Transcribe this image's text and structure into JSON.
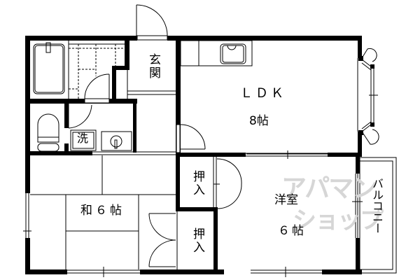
{
  "floorplan": {
    "rooms": {
      "entrance": {
        "label": "玄関"
      },
      "ldk": {
        "label": "ＬＤＫ",
        "size": "8帖"
      },
      "washroom": {
        "label": "洗"
      },
      "japanese_room": {
        "label": "和６帖"
      },
      "closet_upper": {
        "label": "押入"
      },
      "closet_lower": {
        "label": "押入"
      },
      "western_room": {
        "label": "洋室",
        "size": "６帖"
      },
      "balcony": {
        "label": "バルコニー"
      }
    },
    "watermark": {
      "line1": "アパマン",
      "line2": "ショップ",
      "color": "#d6d6d6"
    },
    "colors": {
      "wall": "#000000",
      "background": "#ffffff"
    }
  }
}
